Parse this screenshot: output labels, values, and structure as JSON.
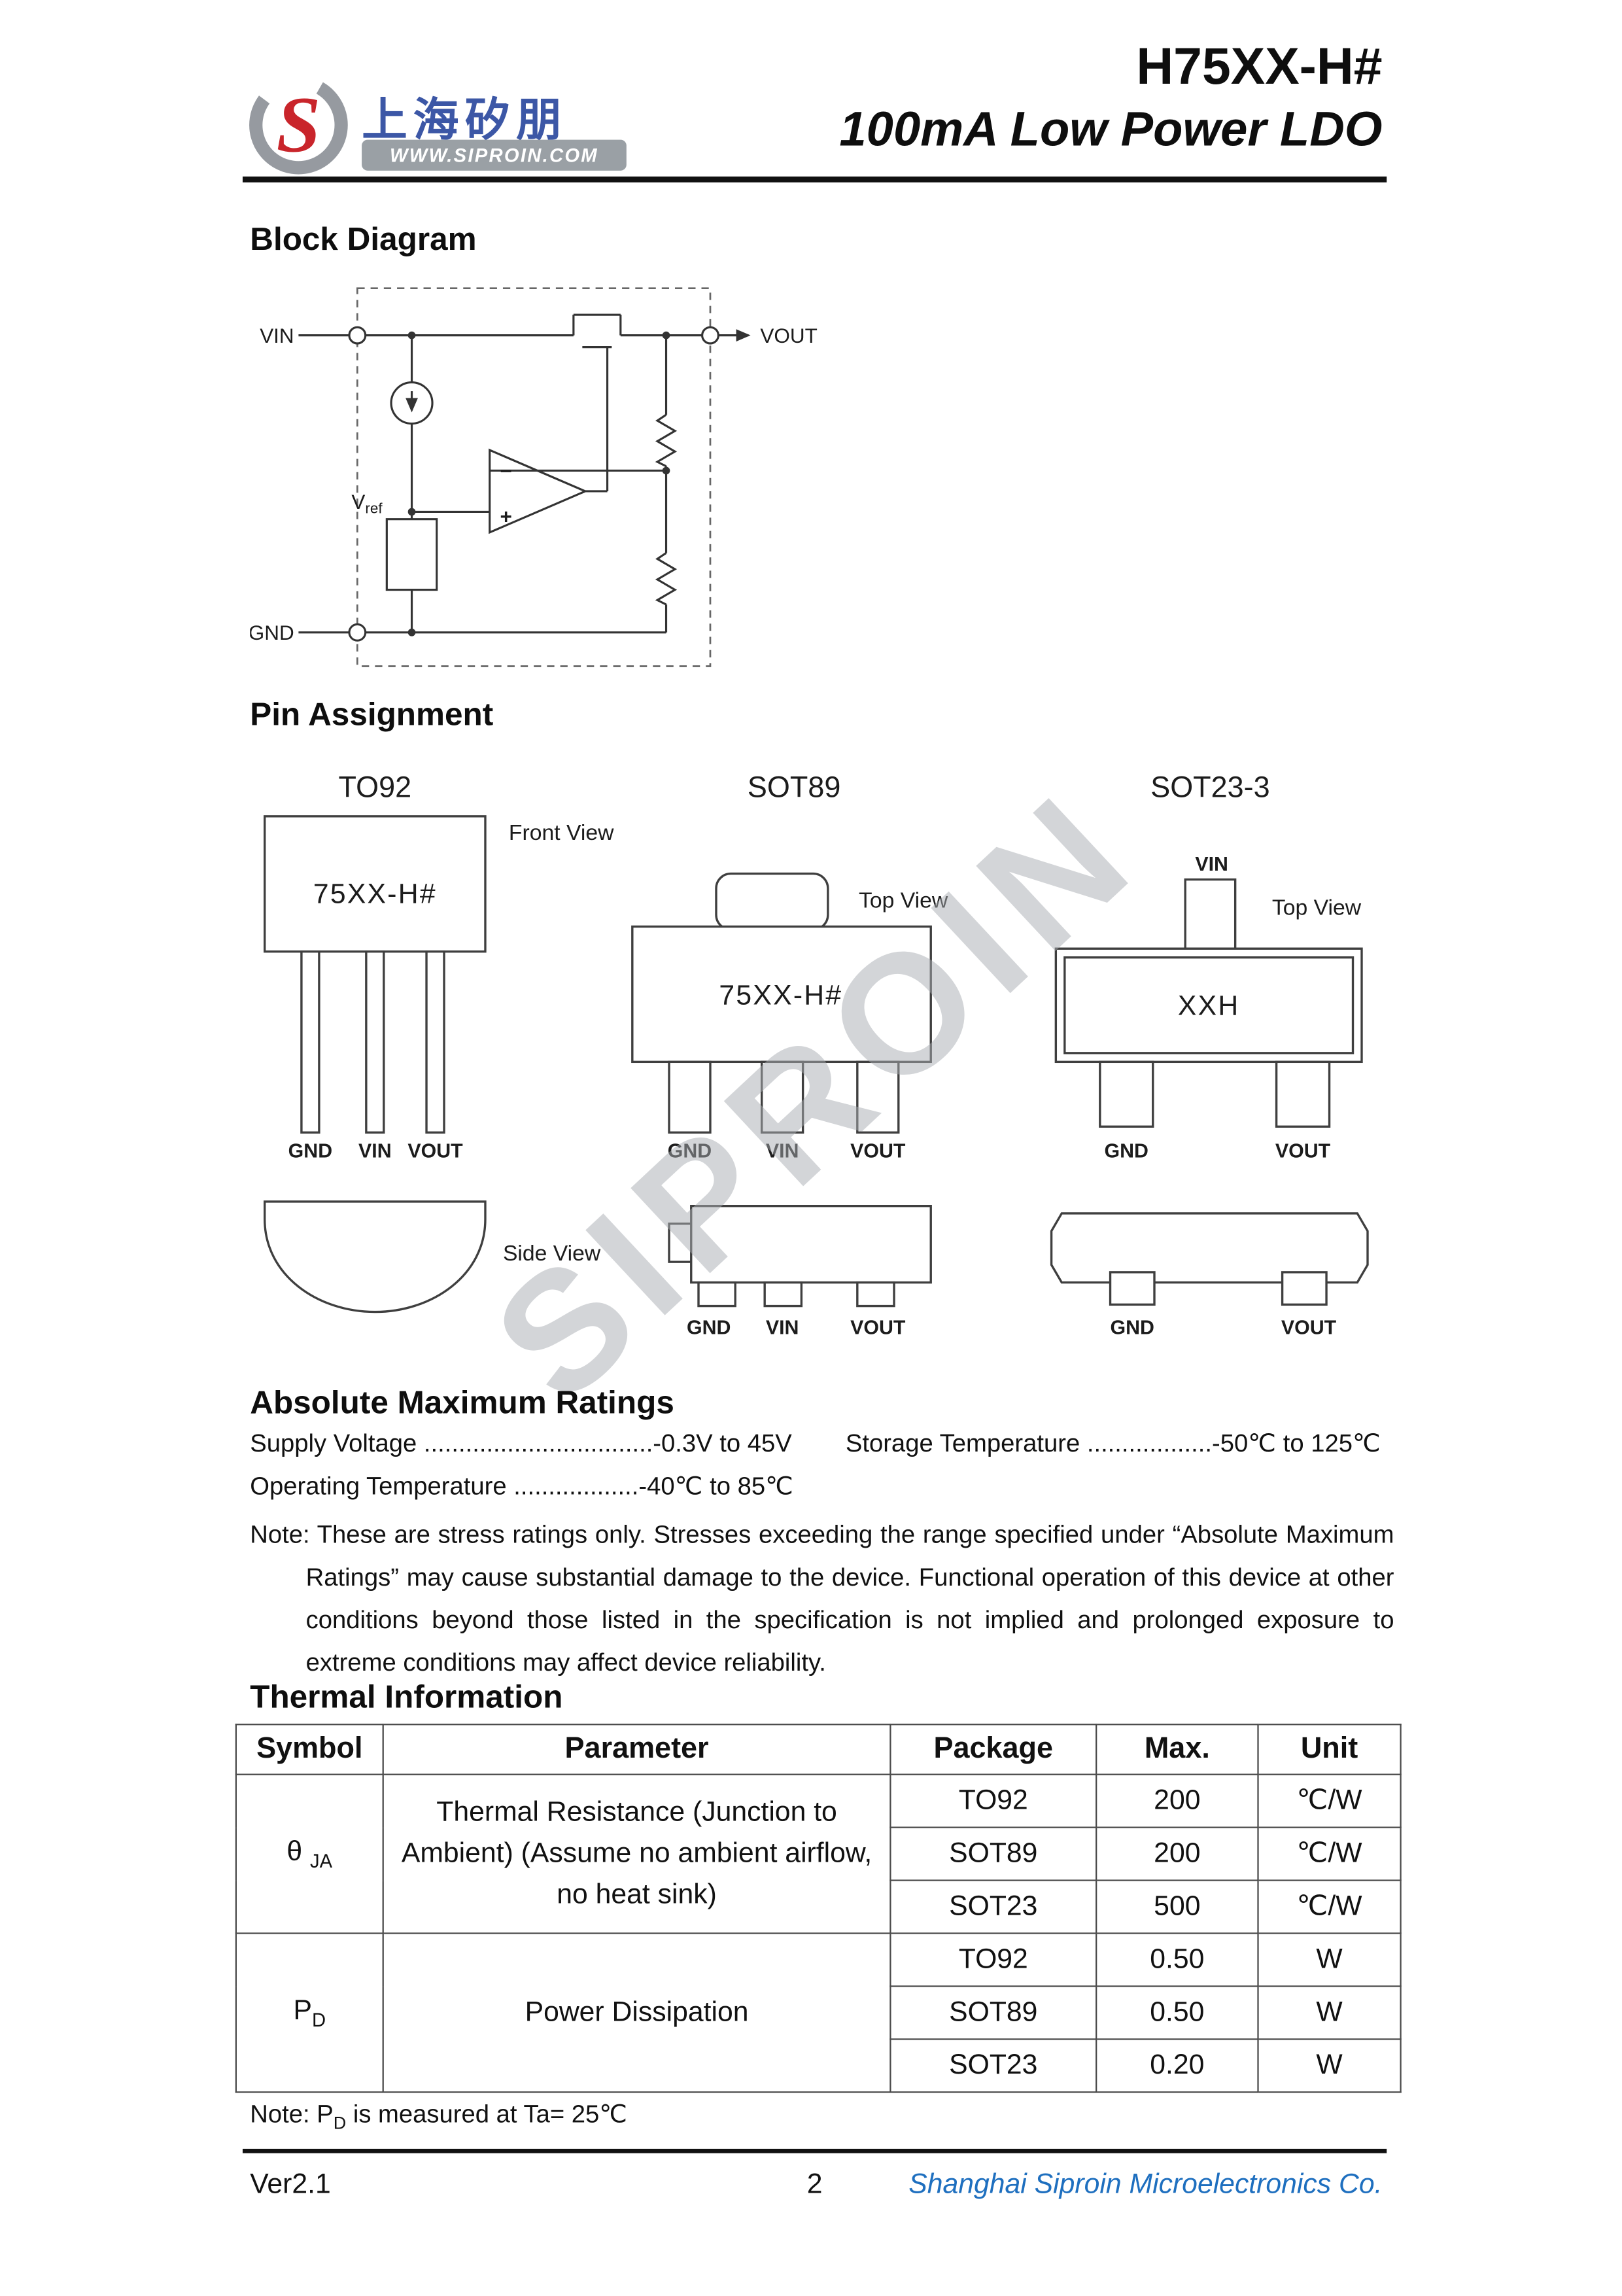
{
  "header": {
    "logo_company": "上海矽朋",
    "logo_url": "WWW.SIPROIN.COM",
    "part_number": "H75XX-H#",
    "product_title": "100mA Low Power LDO"
  },
  "block_diagram": {
    "heading": "Block Diagram",
    "vin": "VIN",
    "vout": "VOUT",
    "gnd": "GND",
    "vref_main": "V",
    "vref_sub": "ref",
    "minus": "−",
    "plus": "+"
  },
  "pin_assignment": {
    "heading": "Pin Assignment",
    "watermark": "SIPROIN",
    "to92": {
      "name": "TO92",
      "front_view": "Front View",
      "side_view": "Side View",
      "marking": "75XX-H#",
      "pin1": "GND",
      "pin2": "VIN",
      "pin3": "VOUT"
    },
    "sot89": {
      "name": "SOT89",
      "top_view": "Top View",
      "marking": "75XX-H#",
      "pin1": "GND",
      "pin2": "VIN",
      "pin3": "VOUT",
      "side_pin1": "GND",
      "side_pin2": "VIN",
      "side_pin3": "VOUT"
    },
    "sot23": {
      "name": "SOT23-3",
      "top_view": "Top View",
      "marking": "XXH",
      "top_pin": "VIN",
      "pin1": "GND",
      "pin2": "VOUT",
      "side_pin1": "GND",
      "side_pin2": "VOUT"
    }
  },
  "abs_max": {
    "heading": "Absolute Maximum Ratings",
    "supply_voltage": "Supply Voltage .................................-0.3V to 45V",
    "storage_temp": "Storage Temperature ..................-50℃  to 125℃",
    "operating_temp": "Operating Temperature ..................-40℃  to 85℃",
    "note": "Note: These are stress ratings only. Stresses exceeding the range specified under “Absolute Maximum Ratings” may cause substantial damage to the device. Functional operation of this device at other conditions beyond those listed in the specification is not implied and prolonged exposure to extreme conditions may affect device reliability."
  },
  "thermal": {
    "heading": "Thermal Information",
    "headers": [
      "Symbol",
      "Parameter",
      "Package",
      "Max.",
      "Unit"
    ],
    "groups": [
      {
        "symbol_main": "θ",
        "symbol_sub": "JA",
        "parameter": "Thermal Resistance (Junction to Ambient) (Assume no ambient airflow, no heat sink)",
        "rows": [
          {
            "package": "TO92",
            "max": "200",
            "unit": "℃/W"
          },
          {
            "package": "SOT89",
            "max": "200",
            "unit": "℃/W"
          },
          {
            "package": "SOT23",
            "max": "500",
            "unit": "℃/W"
          }
        ]
      },
      {
        "symbol_main": "P",
        "symbol_sub": "D",
        "parameter": "Power Dissipation",
        "rows": [
          {
            "package": "TO92",
            "max": "0.50",
            "unit": "W"
          },
          {
            "package": "SOT89",
            "max": "0.50",
            "unit": "W"
          },
          {
            "package": "SOT23",
            "max": "0.20",
            "unit": "W"
          }
        ]
      }
    ],
    "note_main": "Note: P",
    "note_sub": "D",
    "note_rest": " is measured at Ta= 25℃"
  },
  "footer": {
    "version": "Ver2.1",
    "page_number": "2",
    "company": "Shanghai Siproin Microelectronics Co."
  }
}
